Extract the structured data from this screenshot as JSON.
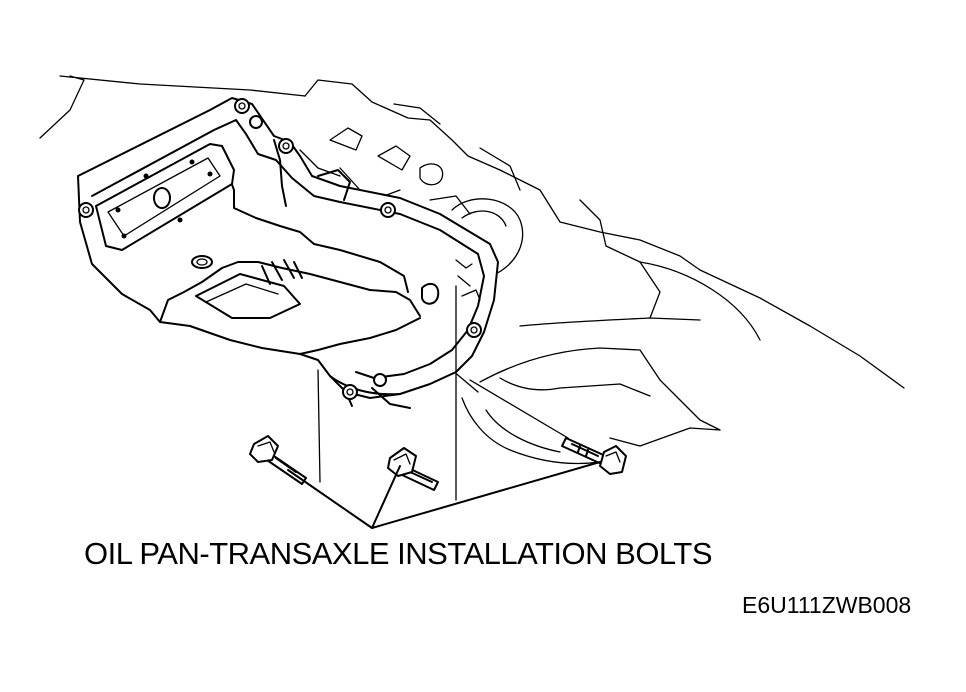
{
  "figure": {
    "callout_label": "OIL PAN-TRANSAXLE INSTALLATION BOLTS",
    "figure_code": "E6U111ZWB008",
    "callout_count": 3
  }
}
